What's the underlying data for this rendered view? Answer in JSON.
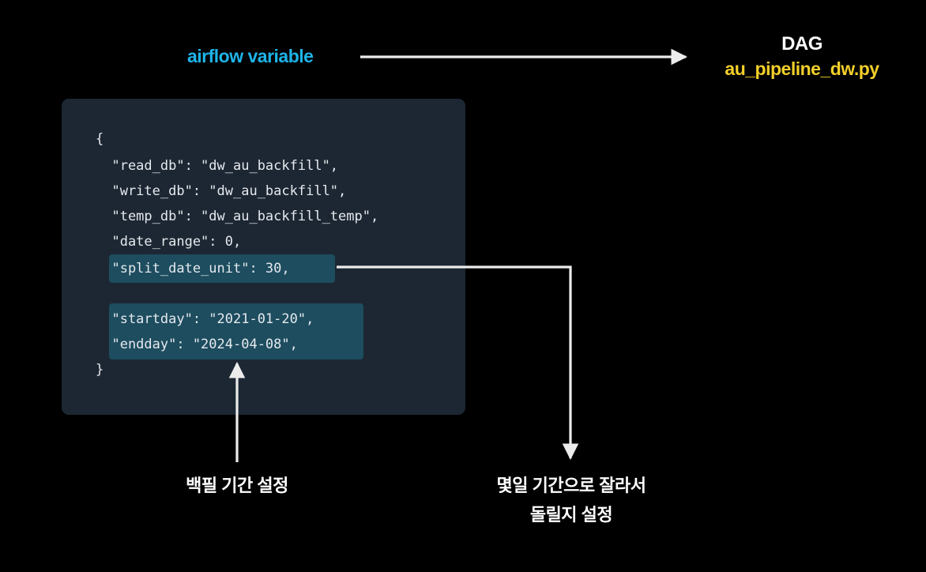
{
  "header": {
    "source_label": "airflow variable",
    "target_title": "DAG",
    "target_file": "au_pipeline_dw.py"
  },
  "code": {
    "lines": [
      "{",
      "  \"read_db\": \"dw_au_backfill\",",
      "  \"write_db\": \"dw_au_backfill\",",
      "  \"temp_db\": \"dw_au_backfill_temp\",",
      "  \"date_range\": 0,",
      "  \"split_date_unit\": 30,",
      "",
      "  \"startday\": \"2021-01-20\",",
      "  \"endday\": \"2024-04-08\",",
      "}"
    ]
  },
  "captions": {
    "backfill_period": "백필 기간 설정",
    "split_line1": "몇일 기간으로 잘라서",
    "split_line2": "돌릴지 설정"
  },
  "colors": {
    "background": "#000000",
    "panel": "#1c2733",
    "highlight": "#1d4d5f",
    "source_label": "#1eb4e8",
    "target_file": "#f2cf2a",
    "text": "#ffffff",
    "arrow": "#ececec"
  }
}
